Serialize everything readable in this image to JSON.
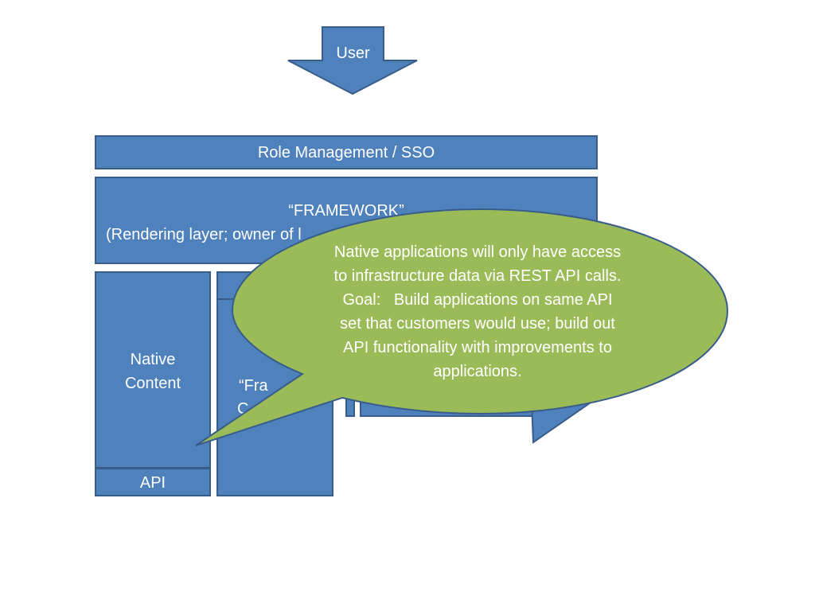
{
  "user_arrow": {
    "label": "User"
  },
  "role_bar": {
    "label": "Role Management / SSO"
  },
  "framework": {
    "line1": "“FRAMEWORK”",
    "line2": "(Rendering layer; owner of l"
  },
  "native_content": {
    "line1": "Native",
    "line2": "Content",
    "api_label": "API"
  },
  "framework_column": {
    "line1": "“Fra",
    "line2": "C"
  },
  "callout": {
    "lines": [
      "Native applications will only have access",
      "to infrastructure data via REST API calls.",
      "Goal:   Build applications on same API",
      "set that customers would use; build out",
      "API functionality with improvements to",
      "applications."
    ]
  },
  "colors": {
    "box_fill": "#4f81bd",
    "box_border": "#385d8a",
    "callout_fill": "#9bbb59",
    "callout_border": "#385d8a",
    "text": "#ffffff",
    "callout_text": "#ffffff"
  }
}
